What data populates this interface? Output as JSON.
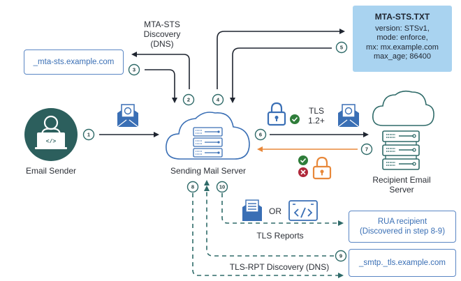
{
  "colors": {
    "dark_line": "#1f2530",
    "teal": "#2e6a68",
    "sender_fill": "#2c5f5d",
    "blue": "#3a6fb5",
    "orange": "#e8883a",
    "green": "#2f7d3a",
    "red": "#b0283a",
    "file_bg": "#a9d3f0"
  },
  "labels": {
    "mta_sts_discovery": [
      "MTA-STS",
      "Discovery",
      "(DNS)"
    ],
    "email_sender": "Email Sender",
    "sending_server": "Sending Mail Server",
    "recipient_server": [
      "Recipient Email",
      "Server"
    ],
    "tls": [
      "TLS",
      "1.2+"
    ],
    "or": "OR",
    "tls_reports": "TLS Reports",
    "tls_rpt_discovery": "TLS-RPT Discovery (DNS)"
  },
  "boxes": {
    "mta_sts_domain": "_mta-sts.example.com",
    "rua_recipient": [
      "RUA recipient",
      "(Discovered in step 8-9)"
    ],
    "smtp_tls_domain": "_smtp._tls.example.com"
  },
  "mta_sts_file": {
    "title": "MTA-STS.TXT",
    "lines": [
      "version: STSv1,",
      "mode: enforce,",
      "mx: mx.example.com",
      "max_age; 86400"
    ]
  },
  "steps": [
    "1",
    "2",
    "3",
    "4",
    "5",
    "6",
    "7",
    "8",
    "9",
    "10"
  ],
  "icons": {
    "sender": "developer-at-laptop-icon",
    "email": "email-envelope-icon",
    "lock": "padlock-icon",
    "check": "check-circle-icon",
    "cross": "x-circle-icon",
    "server": "server-rack-icon",
    "cloud": "cloud-icon",
    "report_email": "report-envelope-icon",
    "code_window": "code-window-icon"
  }
}
